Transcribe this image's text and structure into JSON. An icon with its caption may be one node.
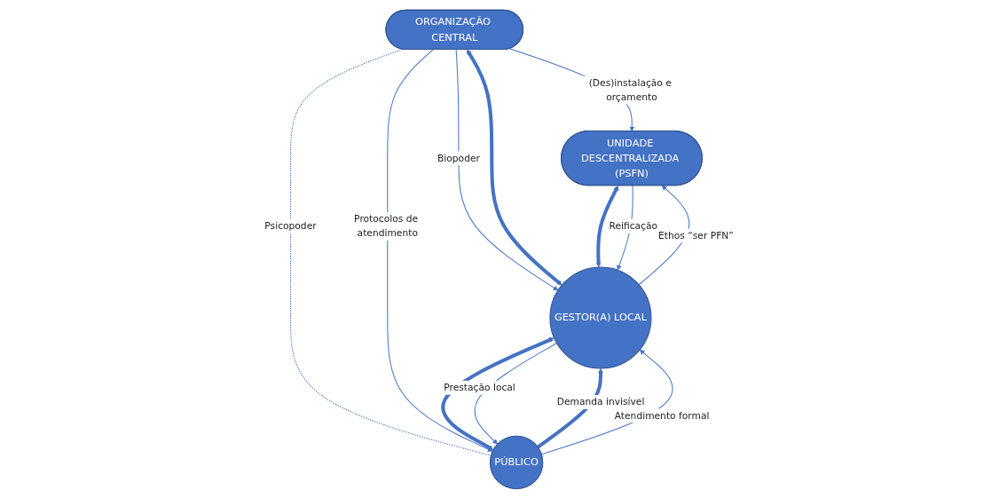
{
  "diagram": {
    "nodes": [
      {
        "text": [
          "ORGANIZAÇÃO CENTRAL"
        ]
      },
      {
        "text": [
          "UNIDADE DESCENTRALIZADA (PSFN)"
        ]
      },
      {
        "text": [
          "GESTOR(A) LOCAL"
        ]
      },
      {
        "text": [
          "PÚBLICO"
        ]
      }
    ],
    "edges": [
      {
        "from": 0,
        "to": 1,
        "arrow": "to",
        "label": "(Des)instalação e orçamento"
      },
      {
        "from": 0,
        "to": 2,
        "arrow": "to",
        "label": "Biopoder"
      },
      {
        "from": 0,
        "to": 2,
        "arrow": "both",
        "style": "thick"
      },
      {
        "from": 0,
        "to": 3,
        "arrow": "none",
        "style": "dashed",
        "label": "Psicopoder"
      },
      {
        "from": 0,
        "to": 3,
        "arrow": "to",
        "label": "Protocolos de atendimento"
      },
      {
        "from": 3,
        "to": 2,
        "arrow": "to",
        "style": "thick",
        "label": "Demanda invisível"
      },
      {
        "from": 2,
        "to": 1,
        "arrow": "to",
        "label": "Ethos “ser PFN”"
      },
      {
        "from": 1,
        "to": 2,
        "arrow": "both",
        "style": "thick"
      },
      {
        "from": 3,
        "to": 2,
        "arrow": "to",
        "label": "Atendimento formal"
      },
      {
        "from": 2,
        "to": 3,
        "arrow": "both",
        "style": "thick"
      },
      {
        "from": 1,
        "to": 2,
        "arrow": "to",
        "label": "Reificação"
      },
      {
        "from": 2,
        "to": 3,
        "arrow": "to",
        "label": "Prestação local"
      }
    ]
  }
}
